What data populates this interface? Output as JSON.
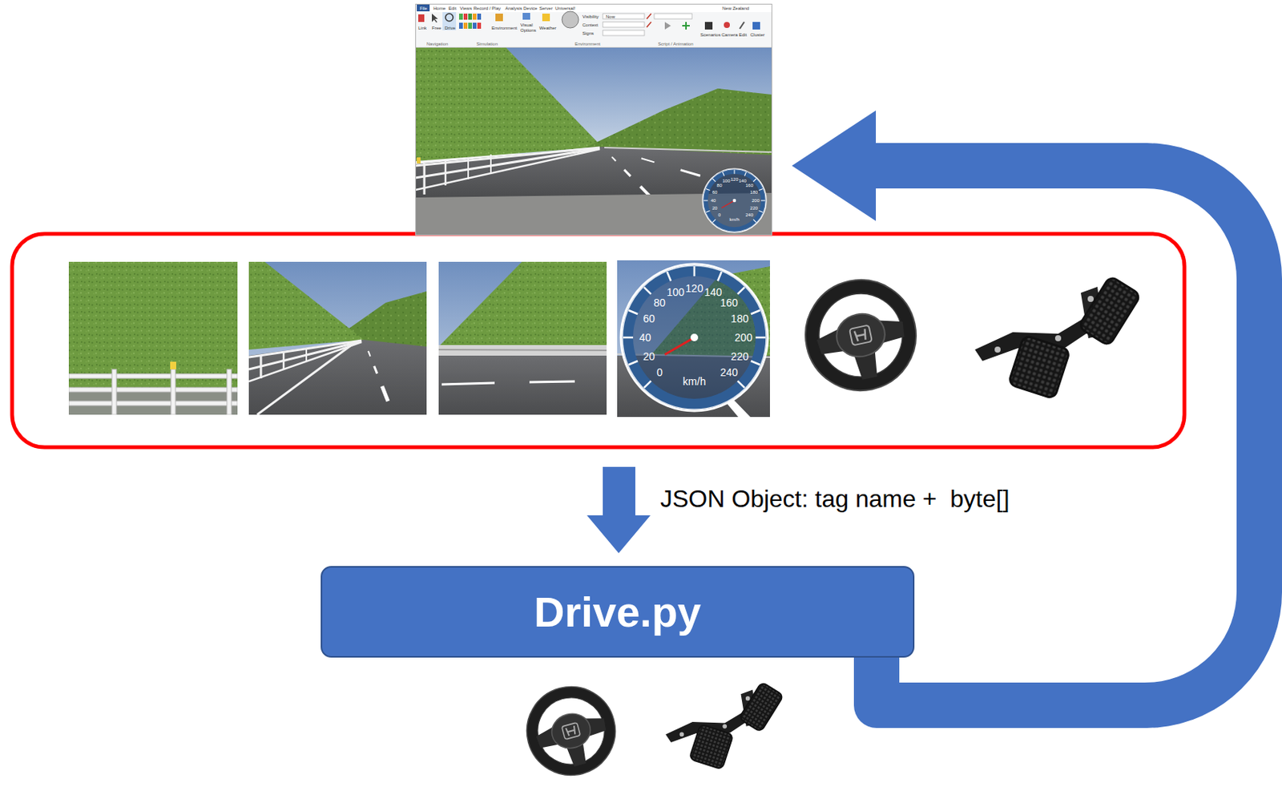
{
  "diagram": {
    "nodes": [
      {
        "text": [
          "File",
          "Home",
          "Edit",
          "Views",
          "Record / Play",
          "Analysis",
          "Device",
          "Server",
          "Universal!",
          "New Zealand",
          "Link",
          "Free",
          "Drive",
          "Environment",
          "Visual Options",
          "Weather",
          "Visibility",
          "Context",
          "Signs",
          "Now",
          "Scenarios",
          "Camera",
          "Edit",
          "Cluster",
          "Navigation",
          "Simulation",
          "Environment",
          "Script / Animation"
        ]
      },
      {
        "text": [
          "Drive.py"
        ]
      }
    ],
    "edges": [
      {
        "from": 1,
        "to": 0,
        "arrow": "to"
      }
    ],
    "labels": [
      "JSON Object: tag name +  byte[]",
      "0",
      "20",
      "40",
      "60",
      "80",
      "100",
      "120",
      "140",
      "160",
      "180",
      "200",
      "220",
      "240",
      "km/h",
      "0",
      "20",
      "40",
      "60",
      "80",
      "100",
      "120",
      "140",
      "160",
      "180",
      "200",
      "220",
      "240",
      "km/h"
    ]
  }
}
